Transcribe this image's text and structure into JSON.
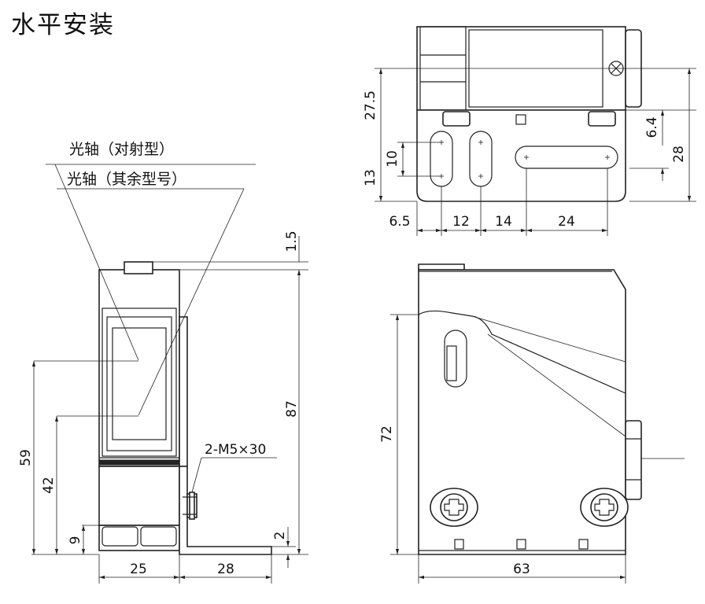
{
  "title": "水平安装",
  "labels": {
    "axis_through_beam": "光轴（对射型）",
    "axis_other_models": "光轴（其余型号）",
    "screw_spec": "2-M5×30"
  },
  "dimensions": {
    "front_width": "25",
    "bracket_width": "28",
    "total_height": "87",
    "top_offset": "1.5",
    "axis_height_through": "59",
    "axis_height_other": "42",
    "bottom_gap": "9",
    "bracket_thickness": "2",
    "side_length": "63",
    "side_height": "72",
    "top_a": "6.5",
    "top_b": "12",
    "top_c": "14",
    "top_d": "24",
    "top_slot_pitch": "10",
    "top_slot_height": "13",
    "top_height": "27.5",
    "top_right_offset": "6.4",
    "top_right_height": "28"
  }
}
